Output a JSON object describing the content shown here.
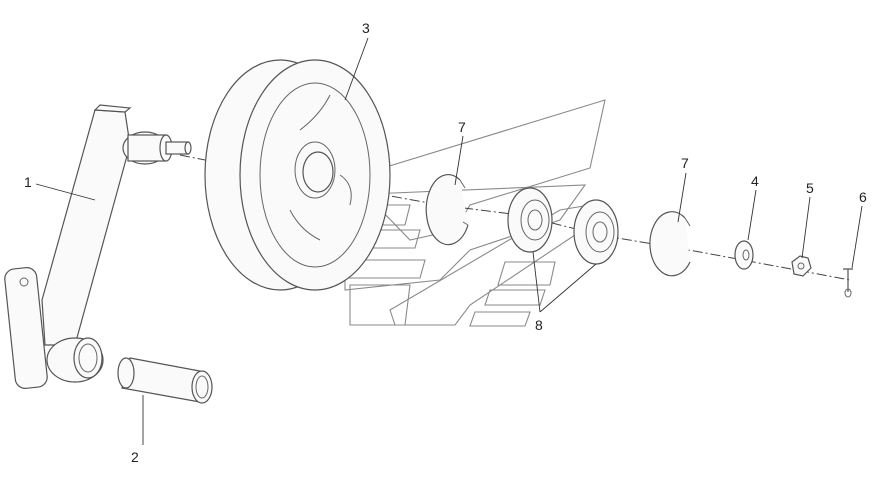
{
  "diagram": {
    "callouts": [
      {
        "id": "c1",
        "label": "1"
      },
      {
        "id": "c2",
        "label": "2"
      },
      {
        "id": "c3",
        "label": "3"
      },
      {
        "id": "c7a",
        "label": "7"
      },
      {
        "id": "c7b",
        "label": "7"
      },
      {
        "id": "c4",
        "label": "4"
      },
      {
        "id": "c5",
        "label": "5"
      },
      {
        "id": "c6",
        "label": "6"
      },
      {
        "id": "c8",
        "label": "8"
      }
    ],
    "parts": [
      {
        "label": "1",
        "icon": "crank-arm"
      },
      {
        "label": "2",
        "icon": "bushing"
      },
      {
        "label": "3",
        "icon": "pulley-wheel"
      },
      {
        "label": "4",
        "icon": "washer"
      },
      {
        "label": "5",
        "icon": "castle-nut"
      },
      {
        "label": "6",
        "icon": "cotter-pin"
      },
      {
        "label": "7",
        "icon": "retaining-ring"
      },
      {
        "label": "8",
        "icon": "bearing"
      }
    ],
    "colors": {
      "line": "#555555",
      "text": "#222222",
      "watermark": "#8a8a8a"
    }
  }
}
